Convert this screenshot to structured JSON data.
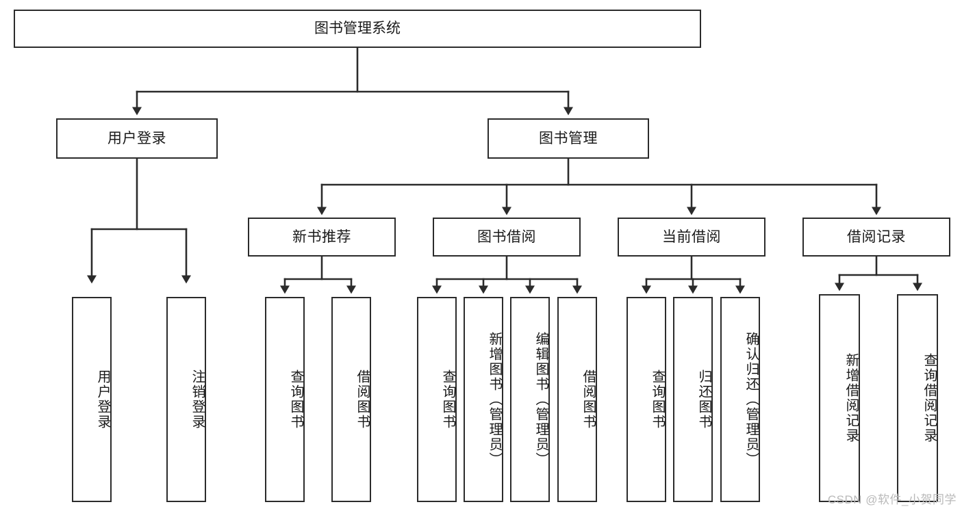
{
  "diagram": {
    "title": "图书管理系统",
    "type": "functional-structure-tree",
    "watermark": "CSDN @软件_小贺同学",
    "colors": {
      "background": "#ffffff",
      "border": "#2b2b2b",
      "text": "#1a1a1a",
      "edge": "#2b2b2b",
      "watermark": "#b9b9b9"
    },
    "nodes": {
      "root": {
        "label": "图书管理系统"
      },
      "level1": [
        {
          "id": "user-login",
          "label": "用户登录"
        },
        {
          "id": "book-manage",
          "label": "图书管理"
        }
      ],
      "level2": [
        {
          "id": "new-book-recommend",
          "label": "新书推荐",
          "parent": "book-manage"
        },
        {
          "id": "book-borrow",
          "label": "图书借阅",
          "parent": "book-manage"
        },
        {
          "id": "current-borrow",
          "label": "当前借阅",
          "parent": "book-manage"
        },
        {
          "id": "borrow-record",
          "label": "借阅记录",
          "parent": "book-manage"
        }
      ],
      "leaves": [
        {
          "id": "leaf-user-login",
          "label": "用户登录",
          "parent": "user-login"
        },
        {
          "id": "leaf-logout",
          "label": "注销登录",
          "parent": "user-login"
        },
        {
          "id": "leaf-query-book-1",
          "label": "查询图书",
          "parent": "new-book-recommend"
        },
        {
          "id": "leaf-borrow-book-1",
          "label": "借阅图书",
          "parent": "new-book-recommend"
        },
        {
          "id": "leaf-query-book-2",
          "label": "查询图书",
          "parent": "book-borrow"
        },
        {
          "id": "leaf-add-book",
          "label": "新增图书（管理员）",
          "parent": "book-borrow"
        },
        {
          "id": "leaf-edit-book",
          "label": "编辑图书（管理员）",
          "parent": "book-borrow"
        },
        {
          "id": "leaf-borrow-book-2",
          "label": "借阅图书",
          "parent": "book-borrow"
        },
        {
          "id": "leaf-query-book-3",
          "label": "查询图书",
          "parent": "current-borrow"
        },
        {
          "id": "leaf-return-book",
          "label": "归还图书",
          "parent": "current-borrow"
        },
        {
          "id": "leaf-confirm-return",
          "label": "确认归还（管理员）",
          "parent": "current-borrow"
        },
        {
          "id": "leaf-add-record",
          "label": "新增借阅记录",
          "parent": "borrow-record"
        },
        {
          "id": "leaf-query-record",
          "label": "查询借阅记录",
          "parent": "borrow-record"
        }
      ]
    },
    "edges": [
      {
        "from": "root",
        "to": "user-login"
      },
      {
        "from": "root",
        "to": "book-manage"
      },
      {
        "from": "user-login",
        "to": "leaf-user-login"
      },
      {
        "from": "user-login",
        "to": "leaf-logout"
      },
      {
        "from": "book-manage",
        "to": "new-book-recommend"
      },
      {
        "from": "book-manage",
        "to": "book-borrow"
      },
      {
        "from": "book-manage",
        "to": "current-borrow"
      },
      {
        "from": "book-manage",
        "to": "borrow-record"
      },
      {
        "from": "new-book-recommend",
        "to": "leaf-query-book-1"
      },
      {
        "from": "new-book-recommend",
        "to": "leaf-borrow-book-1"
      },
      {
        "from": "book-borrow",
        "to": "leaf-query-book-2"
      },
      {
        "from": "book-borrow",
        "to": "leaf-add-book"
      },
      {
        "from": "book-borrow",
        "to": "leaf-edit-book"
      },
      {
        "from": "book-borrow",
        "to": "leaf-borrow-book-2"
      },
      {
        "from": "current-borrow",
        "to": "leaf-query-book-3"
      },
      {
        "from": "current-borrow",
        "to": "leaf-return-book"
      },
      {
        "from": "current-borrow",
        "to": "leaf-confirm-return"
      },
      {
        "from": "borrow-record",
        "to": "leaf-add-record"
      },
      {
        "from": "borrow-record",
        "to": "leaf-query-record"
      }
    ]
  }
}
